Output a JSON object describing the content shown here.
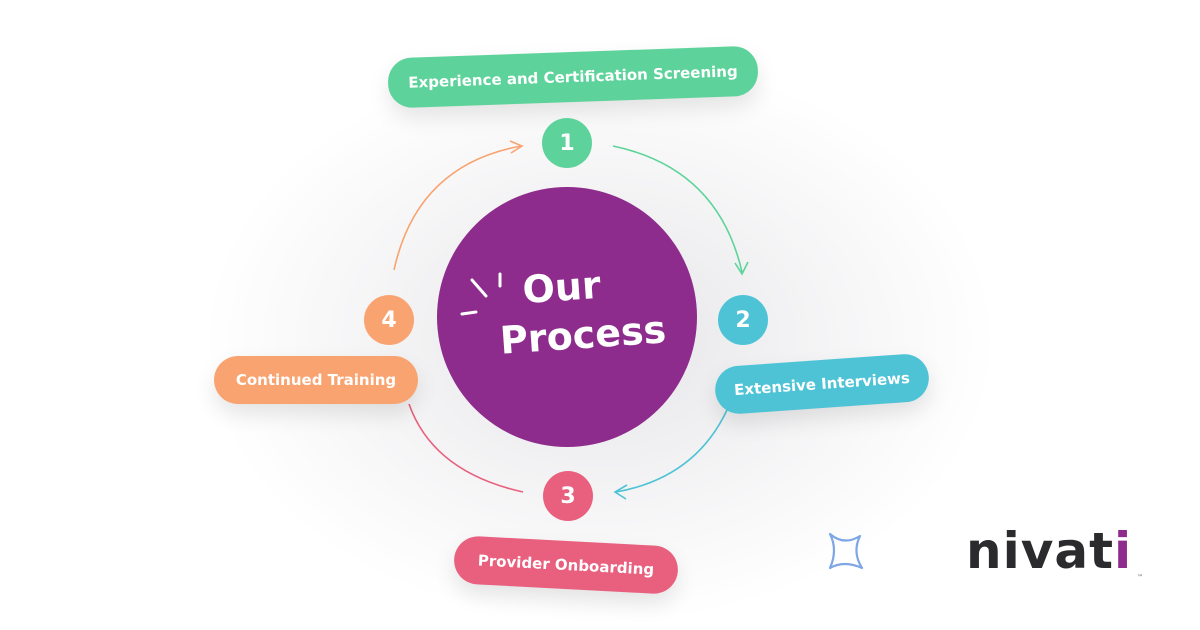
{
  "center": {
    "line1": "Our",
    "line2": "Process"
  },
  "steps": [
    {
      "number": "1",
      "label": "Experience and Certification Screening",
      "color": "#5dd39b"
    },
    {
      "number": "2",
      "label": "Extensive Interviews",
      "color": "#4fc3d6"
    },
    {
      "number": "3",
      "label": "Provider Onboarding",
      "color": "#e8607e"
    },
    {
      "number": "4",
      "label": "Continued Training",
      "color": "#f8a370"
    }
  ],
  "center_color": "#8e2c8d",
  "brand": {
    "logo_base": "nivat",
    "logo_accent": "i",
    "tm": "™"
  },
  "icons": {
    "burst": "burst-icon",
    "sparkle": "sparkle-star-icon"
  }
}
